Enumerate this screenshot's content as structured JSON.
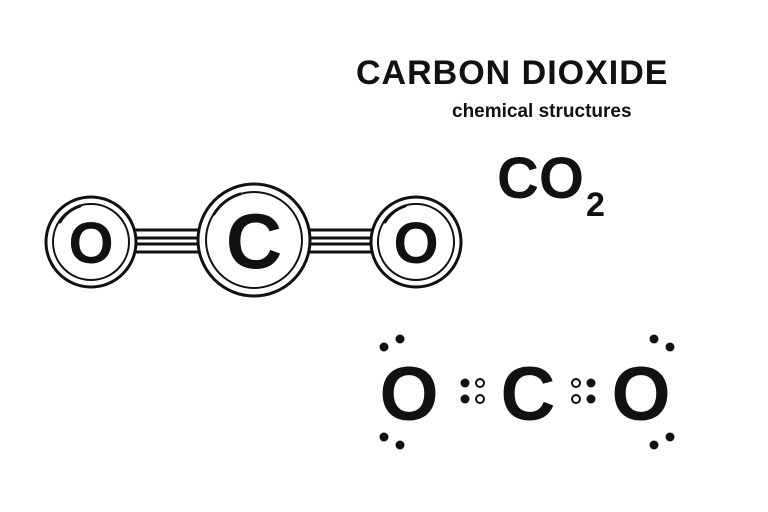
{
  "title": "CARBON DIOXIDE",
  "subtitle": "chemical structures",
  "formula": {
    "main": "CO",
    "subscript": "2"
  },
  "ball_and_stick": {
    "atoms": [
      "O",
      "C",
      "O"
    ]
  },
  "lewis": {
    "atoms": [
      "O",
      "C",
      "O"
    ]
  }
}
